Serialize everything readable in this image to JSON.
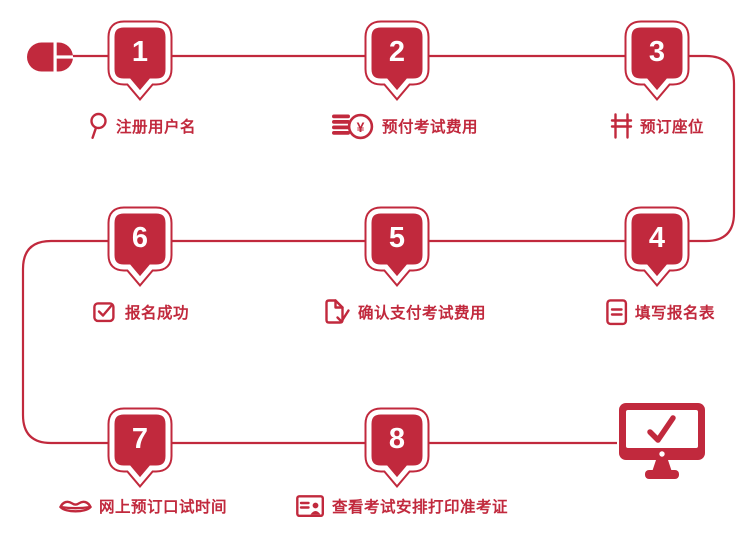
{
  "palette": {
    "accent_red": "#C1293D",
    "background": "#FFFFFF"
  },
  "steps": [
    {
      "number": "1",
      "label": "注册用户名",
      "icon": "magnifier-icon"
    },
    {
      "number": "2",
      "label": "预付考试费用",
      "icon": "coins-yuan-icon"
    },
    {
      "number": "3",
      "label": "预订座位",
      "icon": "chair-icon"
    },
    {
      "number": "4",
      "label": "填写报名表",
      "icon": "form-document-icon"
    },
    {
      "number": "5",
      "label": "确认支付考试费用",
      "icon": "document-check-icon"
    },
    {
      "number": "6",
      "label": "报名成功",
      "icon": "checkbox-check-icon"
    },
    {
      "number": "7",
      "label": "网上预订口试时间",
      "icon": "lips-icon"
    },
    {
      "number": "8",
      "label": "查看考试安排打印准考证",
      "icon": "id-card-icon"
    }
  ],
  "symbols": {
    "currency": "¥"
  },
  "decorations": {
    "start_icon": "mouse-icon",
    "end_icon": "monitor-check-icon"
  }
}
